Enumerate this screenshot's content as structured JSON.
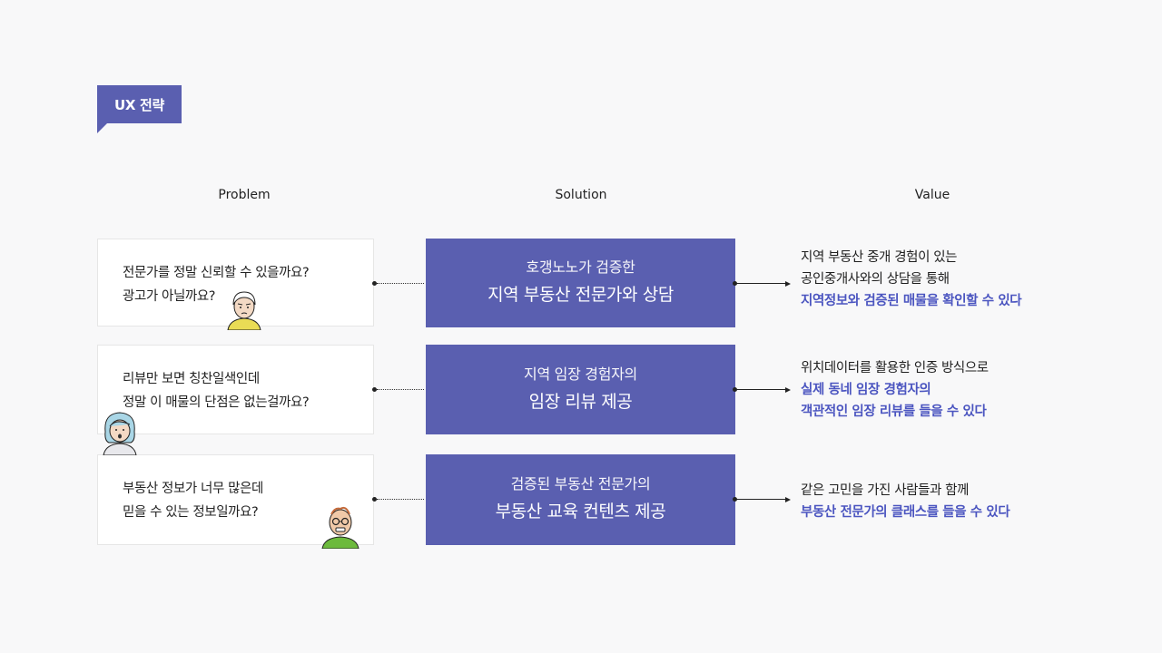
{
  "tag": {
    "label": "UX 전략"
  },
  "columns": {
    "problem": "Problem",
    "solution": "Solution",
    "value": "Value"
  },
  "rows": [
    {
      "problem": [
        "전문가를 정말 신뢰할 수 있을까요?",
        "광고가 아닐까요?"
      ],
      "solution": {
        "sub": "호갱노노가 검증한",
        "main": "지역 부동산 전문가와 상담"
      },
      "value": {
        "plain": [
          "지역  부동산 중개 경험이 있는",
          "공인중개사와의 상담을 통해"
        ],
        "highlight": [
          "지역정보와 검증된 매물을 확인할 수 있다"
        ]
      }
    },
    {
      "problem": [
        "리뷰만 보면 칭찬일색인데",
        "정말 이 매물의 단점은 없는걸까요?"
      ],
      "solution": {
        "sub": "지역 임장 경험자의",
        "main": "임장 리뷰 제공"
      },
      "value": {
        "plain": [
          "위치데이터를 활용한 인증 방식으로"
        ],
        "highlight": [
          "실제 동네 임장 경험자의",
          "객관적인 임장 리뷰를 들을 수 있다"
        ]
      }
    },
    {
      "problem": [
        "부동산 정보가 너무 많은데",
        "믿을 수 있는 정보일까요?"
      ],
      "solution": {
        "sub": "검증된 부동산 전문가의",
        "main": "부동산 교육 컨텐츠 제공"
      },
      "value": {
        "plain": [
          "같은 고민을 가진 사람들과 함께"
        ],
        "highlight": [
          "부동산 전문가의 클래스를 들을 수 있다"
        ]
      }
    }
  ],
  "colors": {
    "accent": "#5a5fb0",
    "highlight": "#4b55c0"
  }
}
